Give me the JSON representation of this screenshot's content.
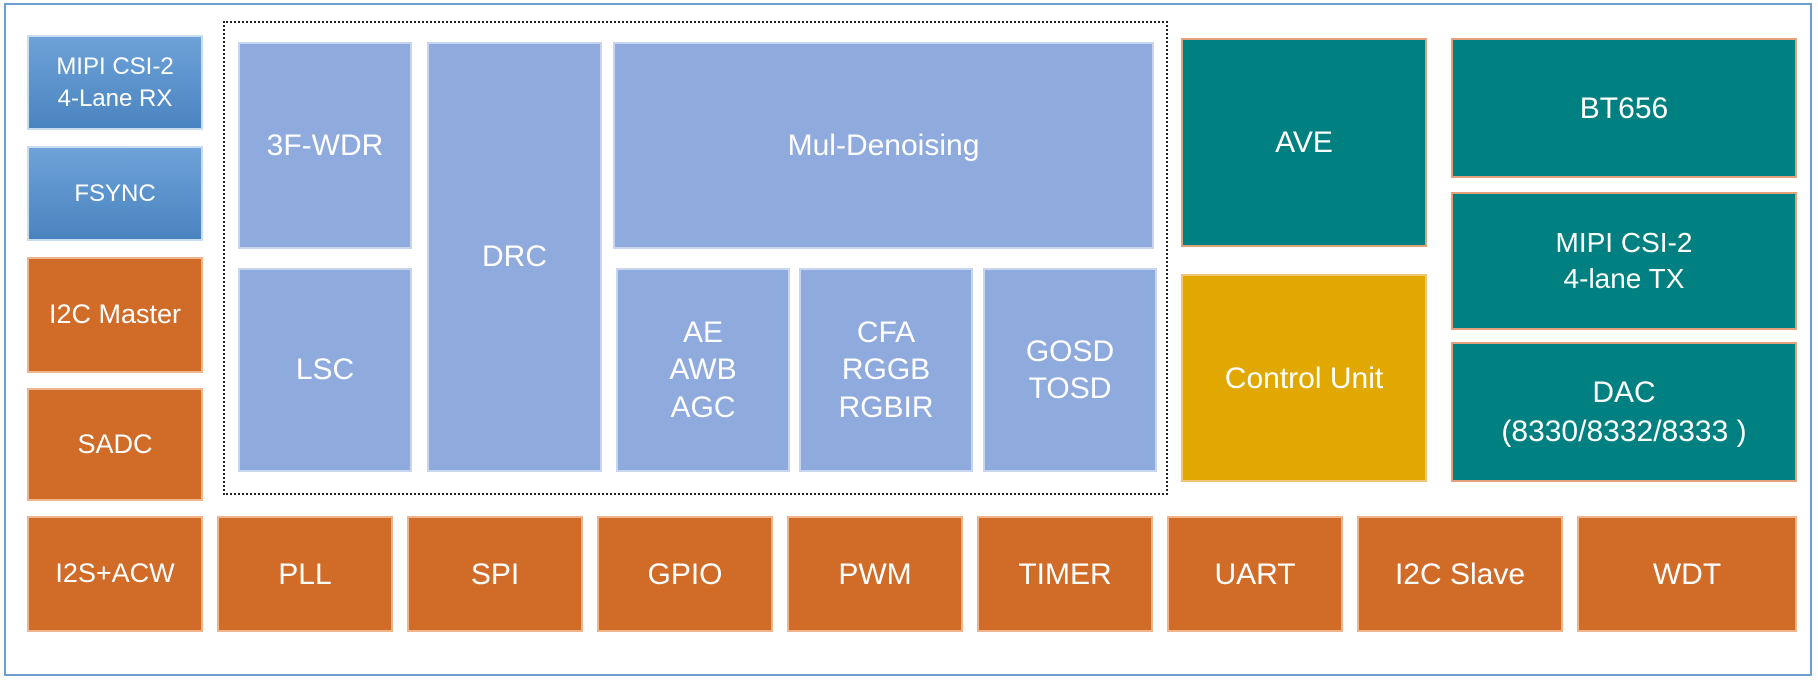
{
  "blocks": {
    "mipi_rx": "MIPI CSI-2\n4-Lane RX",
    "fsync": "FSYNC",
    "i2c_master": "I2C Master",
    "sadc": "SADC",
    "wdr": "3F-WDR",
    "lsc": "LSC",
    "drc": "DRC",
    "denoise": "Mul-Denoising",
    "ae": "AE\nAWB\nAGC",
    "cfa": "CFA\nRGGB\nRGBIR",
    "osd": "GOSD\nTOSD",
    "ave": "AVE",
    "control": "Control Unit",
    "bt656": "BT656",
    "mipi_tx": "MIPI CSI-2\n4-lane TX",
    "dac": "DAC\n(8330/8332/8333 )",
    "i2s": "I2S+ACW",
    "pll": "PLL",
    "spi": "SPI",
    "gpio": "GPIO",
    "pwm": "PWM",
    "timer": "TIMER",
    "uart": "UART",
    "i2c_slave": "I2C Slave",
    "wdt": "WDT"
  },
  "colors": {
    "interface_blue": "#4a84c0",
    "isp_blue": "#8faadc",
    "peripheral_orange": "#d06b28",
    "output_teal": "#008080",
    "control_gold": "#e0a800"
  }
}
